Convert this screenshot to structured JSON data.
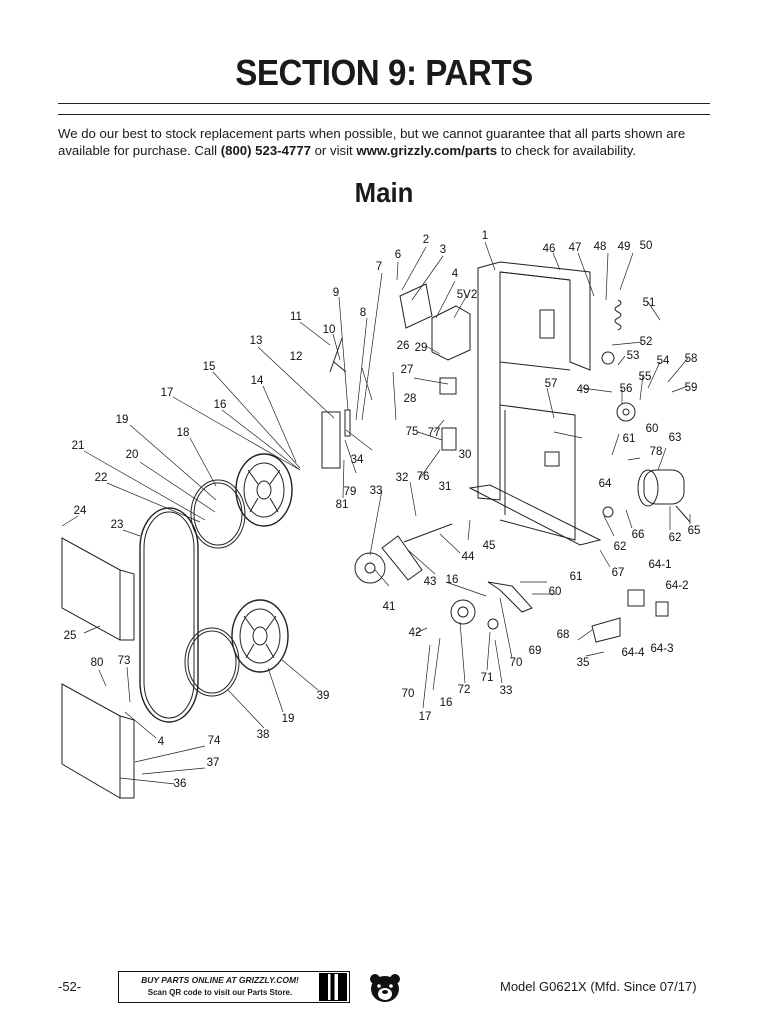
{
  "header": {
    "title": "SECTION 9: PARTS"
  },
  "intro": {
    "text_before": "We do our best to stock replacement parts when possible, but we cannot guarantee that all parts shown are available for purchase. Call ",
    "phone": "(800) 523-4777",
    "text_middle": " or visit ",
    "url": "www.grizzly.com/parts",
    "text_after": " to check for availability."
  },
  "diagram": {
    "title": "Main",
    "callouts": [
      "1",
      "2",
      "3",
      "4",
      "5V2",
      "6",
      "7",
      "8",
      "9",
      "10",
      "11",
      "12",
      "13",
      "14",
      "15",
      "16",
      "17",
      "18",
      "19",
      "20",
      "21",
      "22",
      "23",
      "24",
      "25",
      "26",
      "27",
      "28",
      "29",
      "30",
      "31",
      "32",
      "33",
      "34",
      "35",
      "36",
      "37",
      "38",
      "39",
      "41",
      "42",
      "43",
      "44",
      "45",
      "46",
      "47",
      "48",
      "49",
      "50",
      "51",
      "52",
      "53",
      "54",
      "55",
      "56",
      "57",
      "58",
      "59",
      "60",
      "61",
      "62",
      "63",
      "64",
      "64-1",
      "64-2",
      "64-3",
      "64-4",
      "65",
      "66",
      "67",
      "68",
      "69",
      "70",
      "71",
      "72",
      "73",
      "74",
      "75",
      "76",
      "77",
      "78",
      "79",
      "80",
      "81"
    ]
  },
  "footer": {
    "page_number": "-52-",
    "buy_line1": "BUY PARTS ONLINE AT GRIZZLY.COM!",
    "buy_line2": "Scan QR code to visit our Parts Store.",
    "model": "Model G0621X (Mfd. Since 07/17)"
  }
}
